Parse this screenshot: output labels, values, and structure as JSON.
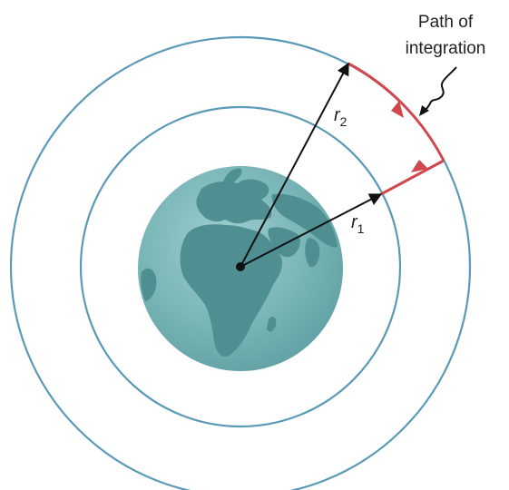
{
  "labels": {
    "r1_var": "r",
    "r1_sub": "1",
    "r2_var": "r",
    "r2_sub": "2",
    "callout_line1": "Path of",
    "callout_line2": "integration"
  },
  "colors": {
    "orbit": "#5a9ab8",
    "path": "#d0474d",
    "arrow": "#111111",
    "earth_ocean": "#78b4b6",
    "earth_land": "#4f8f92"
  },
  "icons": {
    "planet": "earth-icon"
  }
}
